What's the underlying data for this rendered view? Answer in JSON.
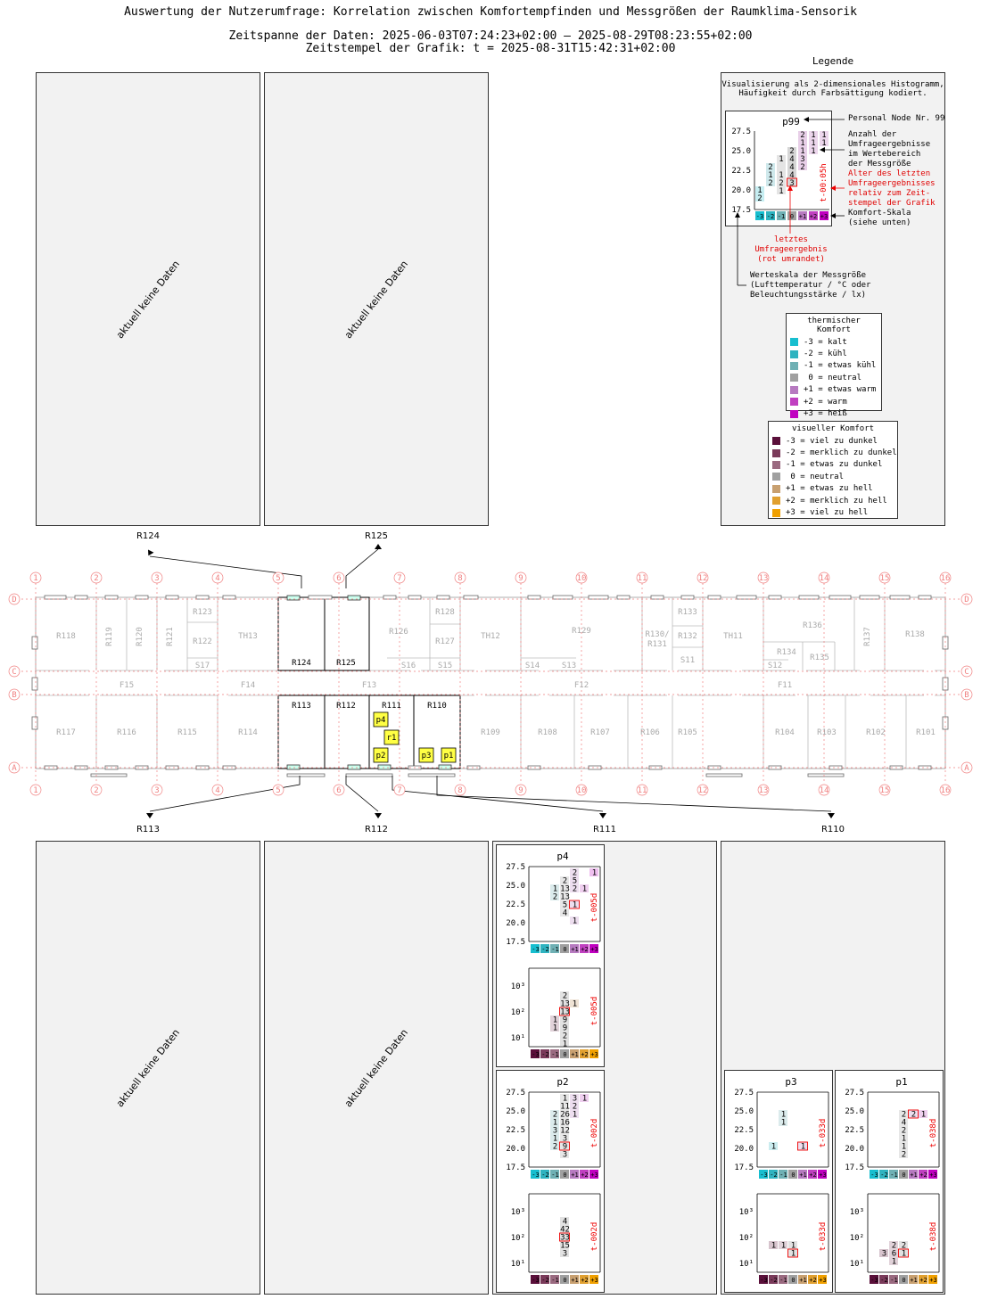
{
  "header": {
    "title": "Auswertung der Nutzerumfrage: Korrelation zwischen Komfortempfinden und Messgrößen der Raumklima-Sensorik",
    "period": "Zeitspanne der Daten: 2025-06-03T07:24:23+02:00 – 2025-08-29T08:23:55+02:00",
    "timestamp": "Zeitstempel der Grafik: t = 2025-08-31T15:42:31+02:00"
  },
  "rooms": {
    "r124": "R124",
    "r125": "R125",
    "r113": "R113",
    "r112": "R112",
    "r111": "R111",
    "r110": "R110",
    "no_data": "aktuell keine Daten"
  },
  "legend": {
    "heading": "Legende",
    "intro": "Visualisierung als 2-dimensionales Histogramm,\nHäufigkeit durch Farbsättigung kodiert.",
    "sample_title": "p99",
    "sample_age": "t-00:05h",
    "node_note": "Personal Node Nr. 99",
    "count_note": "Anzahl der\nUmfrageergebnisse\nim Wertebereich\nder Messgröße",
    "age_note": "Alter des letzten\nUmfrageergebnisses\nrelativ zum Zeit-\nstempel der Grafik",
    "scale_note": "Komfort-Skala\n(siehe unten)",
    "last_note": "letztes\nUmfrageergebnis\n(rot umrandet)",
    "value_note": "Werteskala der Messgröße\n(Lufttemperatur / °C oder\nBeleuchtungsstärke / lx)",
    "thermal_title": "thermischer Komfort",
    "thermal": [
      {
        "label": "-3 = kalt",
        "color": "#17becf"
      },
      {
        "label": "-2 = kühl",
        "color": "#2fb3c0"
      },
      {
        "label": "-1 = etwas kühl",
        "color": "#6fb0b4"
      },
      {
        "label": " 0 = neutral",
        "color": "#a0a0a0"
      },
      {
        "label": "+1 = etwas warm",
        "color": "#b77ac0"
      },
      {
        "label": "+2 = warm",
        "color": "#c040c0"
      },
      {
        "label": "+3 = heiß",
        "color": "#c000c0"
      }
    ],
    "visual_title": "visueller Komfort",
    "visual": [
      {
        "label": "-3 = viel zu dunkel",
        "color": "#5a0f3a"
      },
      {
        "label": "-2 = merklich zu dunkel",
        "color": "#7a3a5a"
      },
      {
        "label": "-1 = etwas zu dunkel",
        "color": "#9a6a80"
      },
      {
        "label": " 0 = neutral",
        "color": "#a0a0a0"
      },
      {
        "label": "+1 = etwas zu hell",
        "color": "#c8a070"
      },
      {
        "label": "+2 = merklich zu hell",
        "color": "#e0a030"
      },
      {
        "label": "+3 = viel zu hell",
        "color": "#f0a000"
      }
    ]
  },
  "floorplan": {
    "grid_cols": [
      "1",
      "2",
      "3",
      "4",
      "5",
      "6",
      "7",
      "8",
      "9",
      "10",
      "11",
      "12",
      "13",
      "14",
      "15",
      "16"
    ],
    "grid_rows": [
      "D",
      "C",
      "B",
      "A"
    ],
    "top_rooms": [
      "R118",
      "R119",
      "R120",
      "R121",
      "R123",
      "R122",
      "S17",
      "TH13",
      "R124",
      "R125",
      "R126",
      "S16",
      "R128",
      "R127",
      "S15",
      "TH12",
      "S14",
      "S13",
      "R129",
      "R130/\nR131",
      "R133",
      "R132",
      "S11",
      "TH11",
      "R136",
      "R134",
      "R135",
      "S12",
      "R137",
      "R138"
    ],
    "corridors": [
      "F15",
      "F14",
      "F13",
      "F12",
      "F11"
    ],
    "bottom_rooms": [
      "R117",
      "R116",
      "R115",
      "R114",
      "R113",
      "R112",
      "R111",
      "R110",
      "R109",
      "R108",
      "R107",
      "R106",
      "R105",
      "R104",
      "R103",
      "R102",
      "R101"
    ],
    "nodes": [
      "p4",
      "r1",
      "p2",
      "p3",
      "p1"
    ]
  },
  "charts": [
    {
      "id": "p4",
      "title": "p4",
      "temp_age": "t-005d",
      "lux_age": "t-005d"
    },
    {
      "id": "p2",
      "title": "p2",
      "temp_age": "t-002d",
      "lux_age": "t-002d"
    },
    {
      "id": "p3",
      "title": "p3",
      "temp_age": "t-033d",
      "lux_age": "t-033d"
    },
    {
      "id": "p1",
      "title": "p1",
      "temp_age": "t-038d",
      "lux_age": "t-038d"
    }
  ],
  "axes": {
    "temp_ticks": [
      "27.5",
      "25.0",
      "22.5",
      "20.0",
      "17.5"
    ],
    "lux_ticks": [
      "10³",
      "10²",
      "10¹"
    ],
    "thermal_ticks": [
      "-3",
      "-2",
      "-1",
      "0",
      "+1",
      "+2",
      "+3"
    ],
    "visual_ticks": [
      "-3",
      "-2",
      "-1",
      "0",
      "+1",
      "+2",
      "+3"
    ]
  }
}
